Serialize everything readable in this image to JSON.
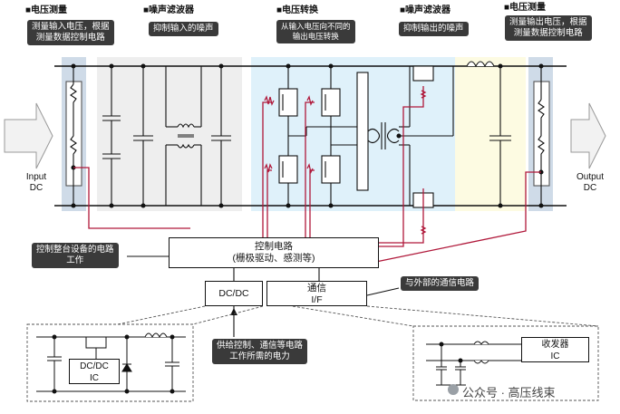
{
  "headers": {
    "vin_measure": "■电压测量",
    "input_filter": "■噪声滤波器",
    "conversion": "■电压转换",
    "output_filter": "■噪声滤波器",
    "vout_measure": "■电压测量"
  },
  "callouts": {
    "vin_measure": "测量输入电压，根据\n测量数据控制电路",
    "input_filter": "抑制输入的噪声",
    "conversion": "从输入电压向不同的\n输出电压转换",
    "output_filter": "抑制输出的噪声",
    "vout_measure": "测量输出电压，根据\n测量数据控制电路",
    "device_control": "控制整台设备的电路\n工作",
    "external_comm": "与外部的通信电路",
    "power_supply": "供给控制、通信等电路\n工作所需的电力"
  },
  "terminals": {
    "input": "Input\nDC",
    "output": "Output\nDC"
  },
  "blocks": {
    "control_circuit": "控制电路\n(栅极驱动、感测等)",
    "dcdc": "DC/DC",
    "comm_if": "通信\nI/F",
    "dcdc_ic": "DC/DC\nIC",
    "transceiver_ic": "收发器\nIC"
  },
  "watermark": "公众号 · 高压线束",
  "colors": {
    "measure_band": "#cfdbe8",
    "filter_band": "#eeeeee",
    "conversion_band": "#dff1fa",
    "output_filter_band": "#fdfbe2",
    "signal_line": "#b0183a",
    "callout_bg": "#3a3a3a"
  }
}
